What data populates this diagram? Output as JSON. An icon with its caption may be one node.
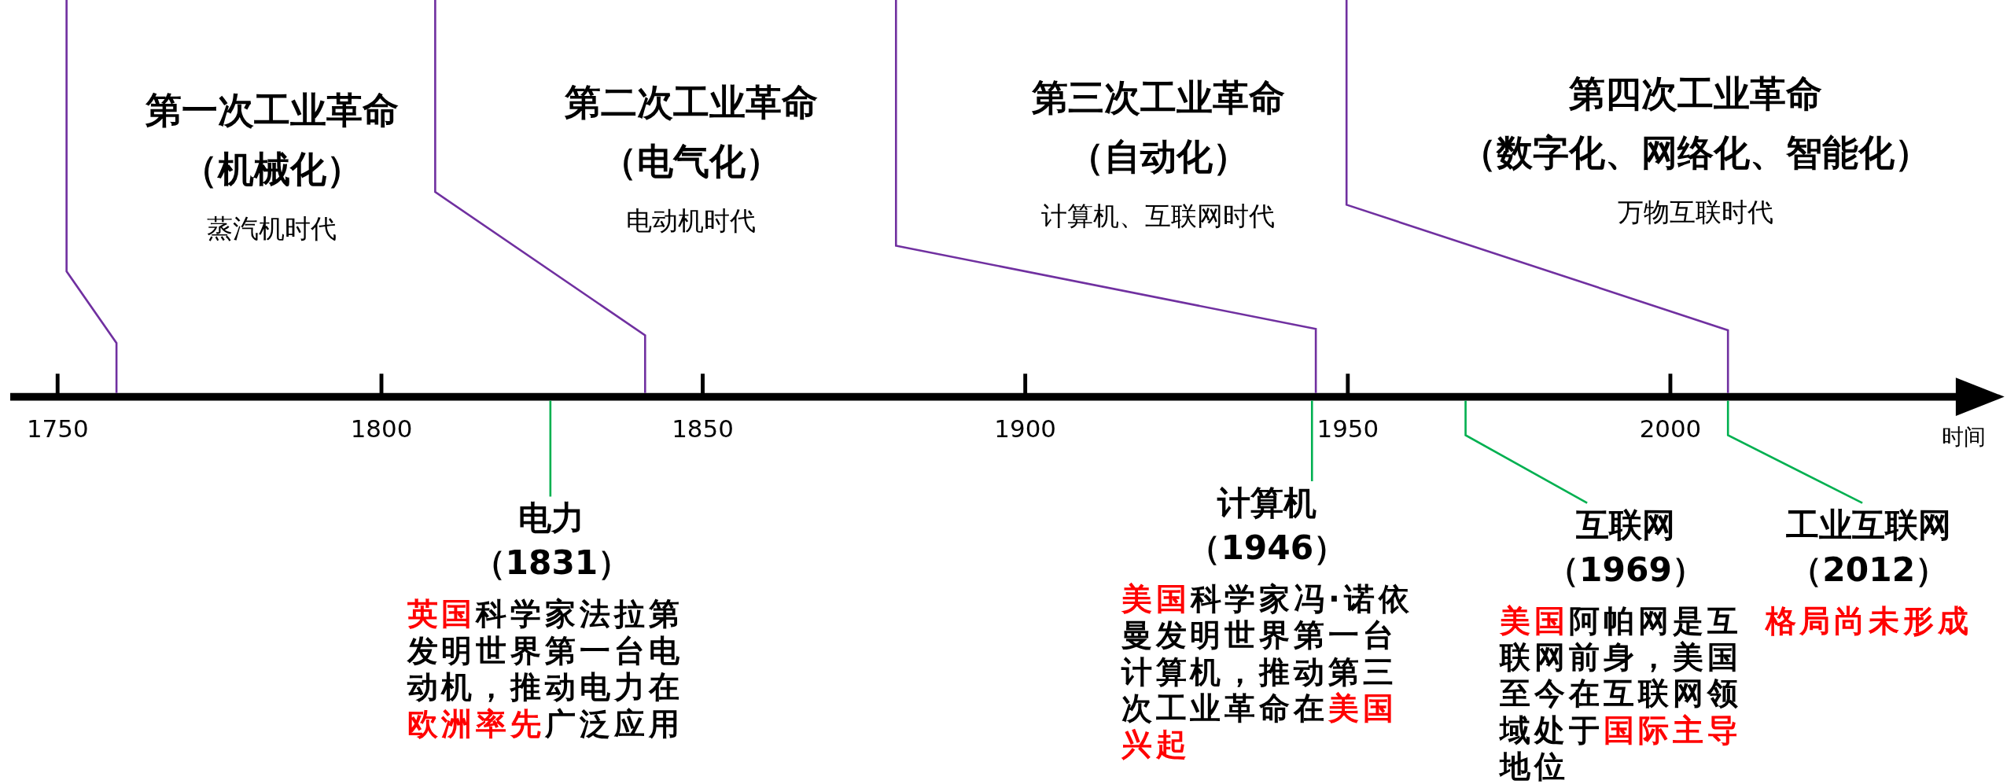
{
  "diagram": {
    "nodes": [
      {
        "text": [
          "第一次工业革命",
          "（机械化）",
          "蒸汽机时代"
        ]
      },
      {
        "text": [
          "第二次工业革命",
          "（电气化）",
          "电动机时代"
        ]
      },
      {
        "text": [
          "第三次工业革命",
          "（自动化）",
          "计算机、互联网时代"
        ]
      },
      {
        "text": [
          "第四次工业革命",
          "（数字化、网络化、智能化）",
          "万物互联时代"
        ]
      },
      {
        "text": [
          "电力",
          "（1831）",
          "**英国**科学家法拉第发明世界第一台电动机，推动电力在**欧洲率先**广泛应用"
        ]
      },
      {
        "text": [
          "计算机",
          "（1946）",
          "**美国**科学家冯·诺依曼发明世界第一台计算机，推动第三次工业革命在**美国兴起**"
        ]
      },
      {
        "text": [
          "互联网",
          "（1969）",
          "**美国**阿帕网是互联网前身，美国至今在互联网领域处于**国际主导**地位"
        ]
      },
      {
        "text": [
          "工业互联网",
          "（2012）",
          "**格局尚未形成**"
        ]
      }
    ],
    "edges": [
      {
        "from": 0,
        "to": null,
        "arrow": "none",
        "color": "#7030a0"
      },
      {
        "from": 1,
        "to": null,
        "arrow": "none",
        "color": "#7030a0"
      },
      {
        "from": 2,
        "to": null,
        "arrow": "none",
        "color": "#7030a0"
      },
      {
        "from": 3,
        "to": null,
        "arrow": "none",
        "color": "#7030a0"
      },
      {
        "from": 4,
        "to": null,
        "arrow": "none",
        "color": "#00b050"
      },
      {
        "from": 5,
        "to": null,
        "arrow": "none",
        "color": "#00b050"
      },
      {
        "from": 6,
        "to": null,
        "arrow": "none",
        "color": "#00b050"
      },
      {
        "from": 7,
        "to": null,
        "arrow": "none",
        "color": "#00b050"
      }
    ],
    "labels": [
      "1750",
      "1800",
      "1850",
      "1900",
      "1950",
      "2000",
      "时间"
    ]
  }
}
